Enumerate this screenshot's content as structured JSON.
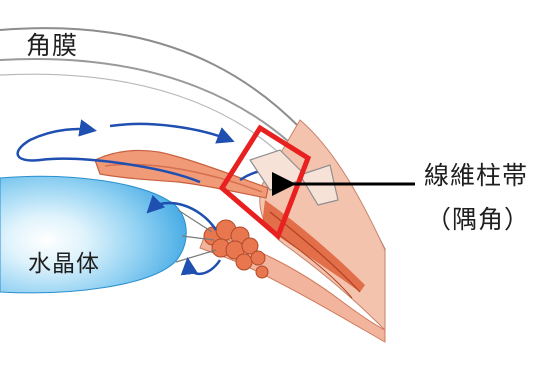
{
  "labels": {
    "cornea": "角膜",
    "lens": "水晶体",
    "trabecular_meshwork": "線維柱帯",
    "angle": "（隅角）"
  },
  "colors": {
    "lens_fill": "#3aa9e6",
    "tissue_fill": "#f2b49c",
    "muscle_fill": "#e0653f",
    "highlight_box": "#e82020",
    "flow_arrows": "#1f4fb0",
    "cornea_lines": "#9a9a9a"
  },
  "icons": {
    "pointer": "arrow-left-icon"
  }
}
